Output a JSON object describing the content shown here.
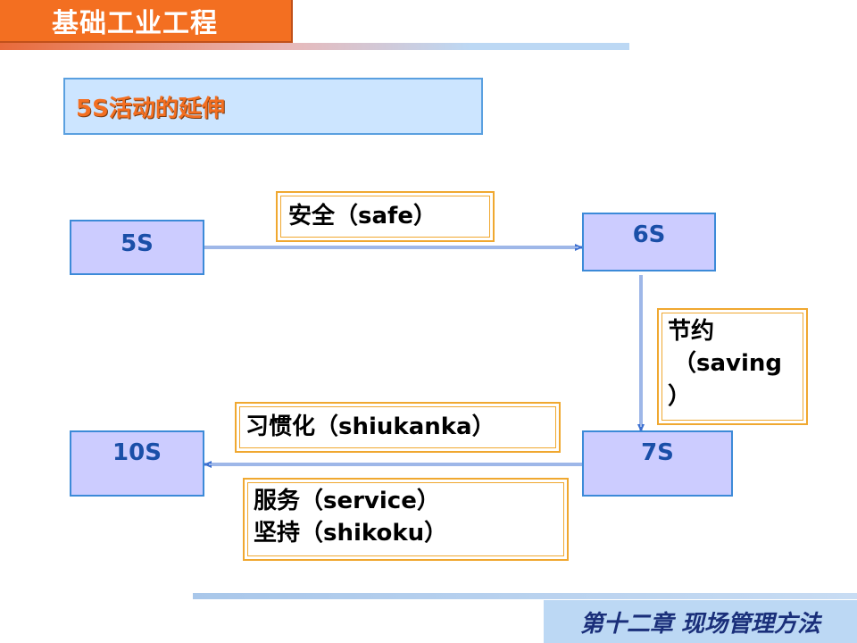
{
  "header": {
    "title": "基础工业工程"
  },
  "section": {
    "title": "5S活动的延伸"
  },
  "diagram": {
    "nodes": {
      "n5s": "5S",
      "n6s": "6S",
      "n7s": "7S",
      "n10s": "10S"
    },
    "labels": {
      "safe": "安全（safe）",
      "saving_line1": "节约",
      "saving_line2": "（saving",
      "saving_line3": "）",
      "habit": "习惯化（shiukanka）",
      "service": "服务（service）",
      "shikoku": "坚持（shikoku）"
    }
  },
  "footer": {
    "chapter": "第十二章 现场管理方法"
  },
  "colors": {
    "accent_orange": "#f36f21",
    "node_fill": "#ccccff",
    "node_border": "#3c8ad8",
    "label_border": "#f0a830",
    "arrow": "#3c6fd0"
  }
}
